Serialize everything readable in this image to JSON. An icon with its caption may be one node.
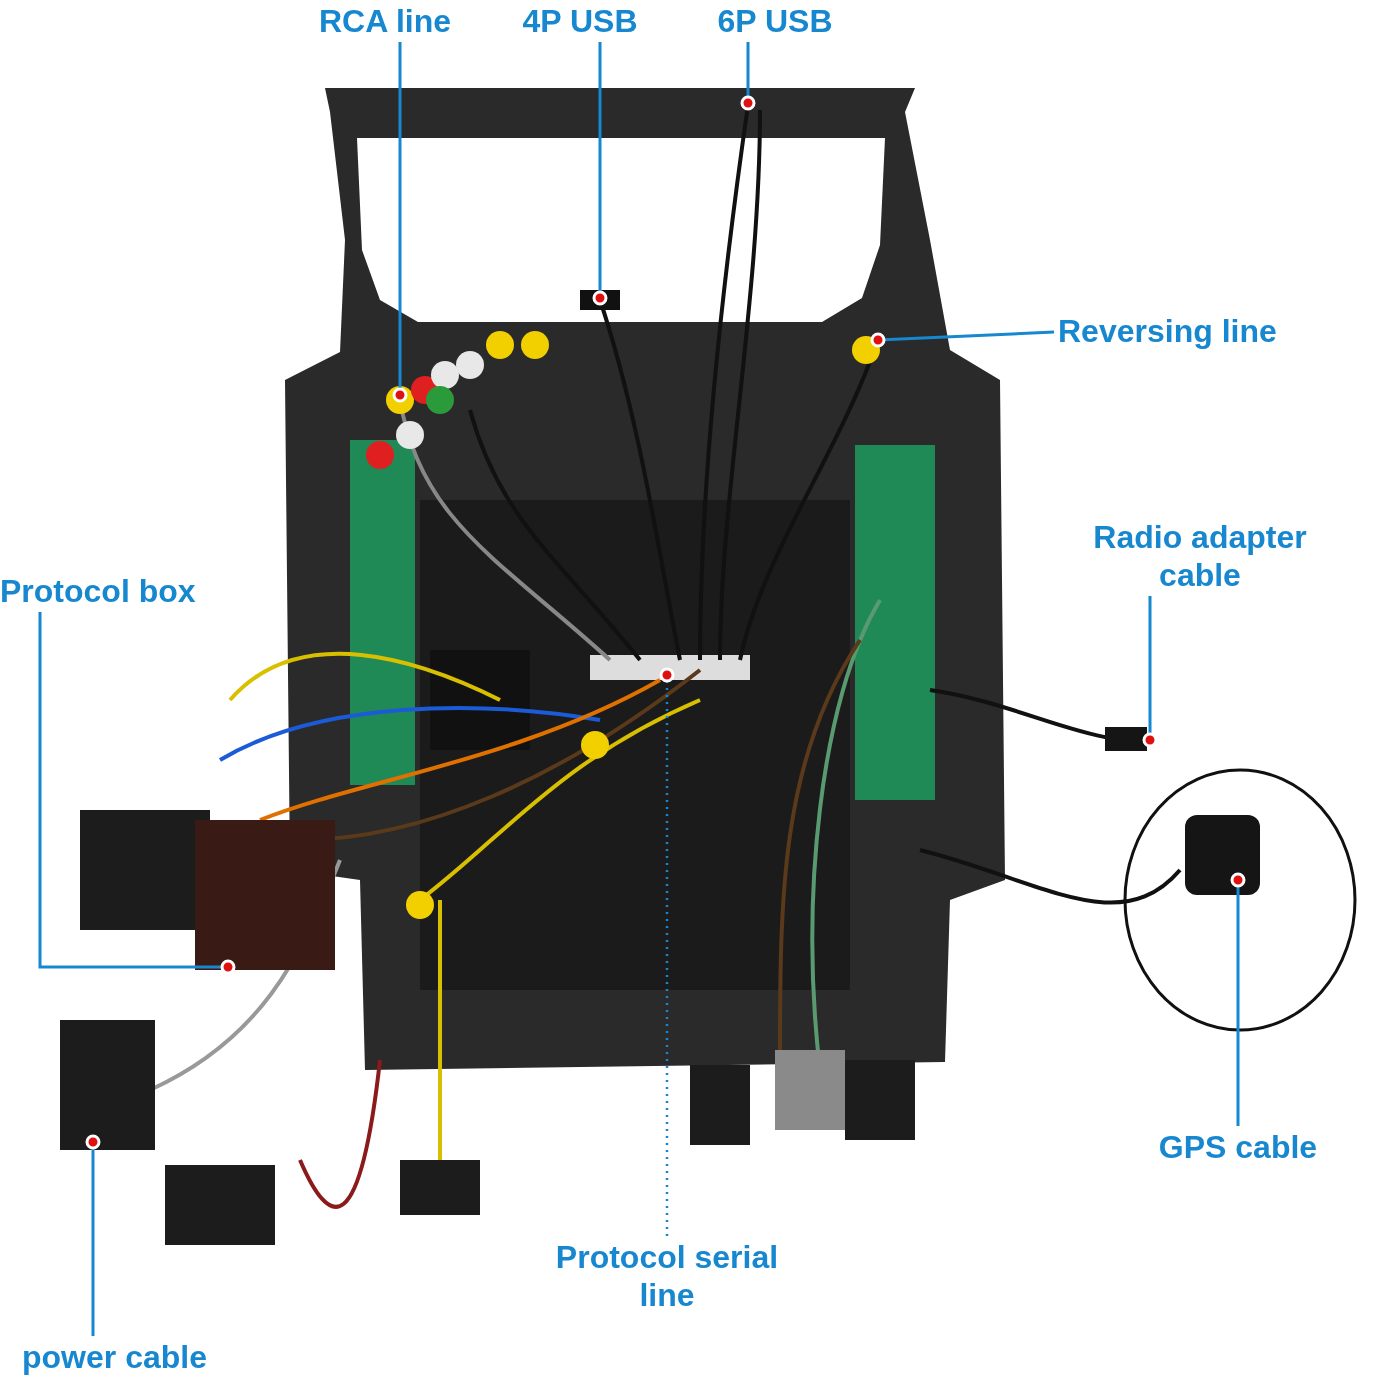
{
  "diagram": {
    "nodes": [
      {
        "text": [
          "RCA line"
        ]
      },
      {
        "text": [
          "4P USB"
        ]
      },
      {
        "text": [
          "6P USB"
        ]
      },
      {
        "text": [
          "Reversing line"
        ]
      },
      {
        "text": [
          "Radio adapter cable"
        ]
      },
      {
        "text": [
          "Protocol box"
        ]
      },
      {
        "text": [
          "GPS cable"
        ]
      },
      {
        "text": [
          "Protocol serial line"
        ]
      },
      {
        "text": [
          "power cable"
        ]
      }
    ],
    "edges": [
      {
        "from": 0,
        "to": null,
        "arrow": "other"
      },
      {
        "from": 1,
        "to": null,
        "arrow": "other"
      },
      {
        "from": 2,
        "to": null,
        "arrow": "other"
      },
      {
        "from": 3,
        "to": null,
        "arrow": "other"
      },
      {
        "from": 4,
        "to": null,
        "arrow": "other"
      },
      {
        "from": 5,
        "to": null,
        "arrow": "other"
      },
      {
        "from": 6,
        "to": null,
        "arrow": "other"
      },
      {
        "from": 7,
        "to": null,
        "arrow": "other",
        "style": "dashed"
      },
      {
        "from": 8,
        "to": null,
        "arrow": "other"
      }
    ]
  }
}
